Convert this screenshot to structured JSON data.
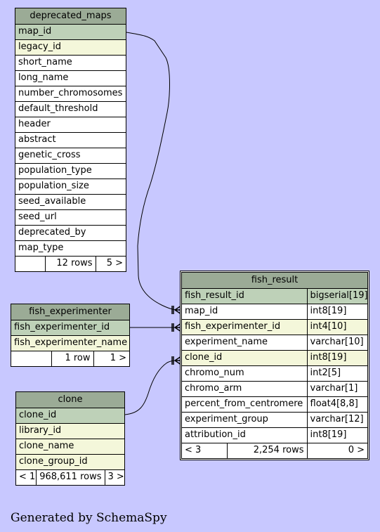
{
  "tables": {
    "deprecated_maps": {
      "name": "deprecated_maps",
      "columns": [
        {
          "name": "map_id",
          "kind": "pk"
        },
        {
          "name": "legacy_id",
          "kind": "fk"
        },
        {
          "name": "short_name",
          "kind": "plain"
        },
        {
          "name": "long_name",
          "kind": "plain"
        },
        {
          "name": "number_chromosomes",
          "kind": "plain"
        },
        {
          "name": "default_threshold",
          "kind": "plain"
        },
        {
          "name": "header",
          "kind": "plain"
        },
        {
          "name": "abstract",
          "kind": "plain"
        },
        {
          "name": "genetic_cross",
          "kind": "plain"
        },
        {
          "name": "population_type",
          "kind": "plain"
        },
        {
          "name": "population_size",
          "kind": "plain"
        },
        {
          "name": "seed_available",
          "kind": "plain"
        },
        {
          "name": "seed_url",
          "kind": "plain"
        },
        {
          "name": "deprecated_by",
          "kind": "plain"
        },
        {
          "name": "map_type",
          "kind": "plain"
        }
      ],
      "footer": {
        "parents": "",
        "rows": "12 rows",
        "children": "5 >"
      }
    },
    "fish_experimenter": {
      "name": "fish_experimenter",
      "columns": [
        {
          "name": "fish_experimenter_id",
          "kind": "pk"
        },
        {
          "name": "fish_experimenter_name",
          "kind": "fk"
        }
      ],
      "footer": {
        "parents": "",
        "rows": "1 row",
        "children": "1 >"
      }
    },
    "clone": {
      "name": "clone",
      "columns": [
        {
          "name": "clone_id",
          "kind": "pk"
        },
        {
          "name": "library_id",
          "kind": "fk"
        },
        {
          "name": "clone_name",
          "kind": "fk"
        },
        {
          "name": "clone_group_id",
          "kind": "fk"
        }
      ],
      "footer": {
        "parents": "< 1",
        "rows": "968,611 rows",
        "children": "3 >"
      }
    },
    "fish_result": {
      "name": "fish_result",
      "columns": [
        {
          "name": "fish_result_id",
          "type": "bigserial[19]",
          "kind": "pk"
        },
        {
          "name": "map_id",
          "type": "int8[19]",
          "kind": "plain"
        },
        {
          "name": "fish_experimenter_id",
          "type": "int4[10]",
          "kind": "fk"
        },
        {
          "name": "experiment_name",
          "type": "varchar[10]",
          "kind": "plain"
        },
        {
          "name": "clone_id",
          "type": "int8[19]",
          "kind": "fk"
        },
        {
          "name": "chromo_num",
          "type": "int2[5]",
          "kind": "plain"
        },
        {
          "name": "chromo_arm",
          "type": "varchar[1]",
          "kind": "plain"
        },
        {
          "name": "percent_from_centromere",
          "type": "float4[8,8]",
          "kind": "plain"
        },
        {
          "name": "experiment_group",
          "type": "varchar[12]",
          "kind": "plain"
        },
        {
          "name": "attribution_id",
          "type": "int8[19]",
          "kind": "plain"
        }
      ],
      "footer": {
        "parents": "< 3",
        "rows": "2,254 rows",
        "children": "0 >"
      }
    }
  },
  "relationships": [
    {
      "from": "deprecated_maps.map_id",
      "to": "fish_result.map_id"
    },
    {
      "from": "fish_experimenter.fish_experimenter_id",
      "to": "fish_result.fish_experimenter_id"
    },
    {
      "from": "clone.clone_id",
      "to": "fish_result.clone_id"
    }
  ],
  "colors": {
    "background": "#c8c8ff",
    "header": "#9bab96",
    "primary_key": "#bed1b8",
    "foreign_key": "#f4f7da",
    "column": "#ffffff"
  },
  "credit": "Generated by SchemaSpy"
}
